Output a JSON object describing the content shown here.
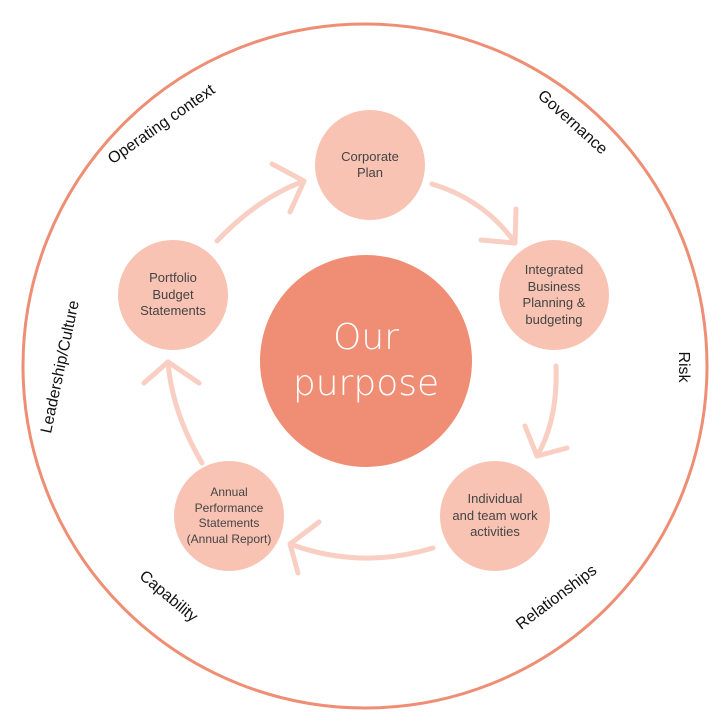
{
  "colors": {
    "outer_ring": "#ee8e74",
    "center_fill": "#f08e75",
    "node_fill": "#f9c3b3",
    "arrow": "#f8cfc2"
  },
  "center": {
    "label": "Our\npurpose"
  },
  "nodes": [
    {
      "id": "corporate-plan",
      "label": "Corporate\nPlan"
    },
    {
      "id": "integrated-business-planning",
      "label": "Integrated\nBusiness\nPlanning &\nbudgeting"
    },
    {
      "id": "individual-team-work",
      "label": "Individual\nand team work\nactivities"
    },
    {
      "id": "annual-performance-statements",
      "label": "Annual\nPerformance\nStatements\n(Annual Report)"
    },
    {
      "id": "portfolio-budget-statements",
      "label": "Portfolio\nBudget\nStatements"
    }
  ],
  "ring_labels": [
    {
      "id": "operating-context",
      "label": "Operating context"
    },
    {
      "id": "governance",
      "label": "Governance"
    },
    {
      "id": "risk",
      "label": "Risk"
    },
    {
      "id": "relationships",
      "label": "Relationships"
    },
    {
      "id": "capability",
      "label": "Capability"
    },
    {
      "id": "leadership-culture",
      "label": "Leadership/Culture"
    }
  ]
}
